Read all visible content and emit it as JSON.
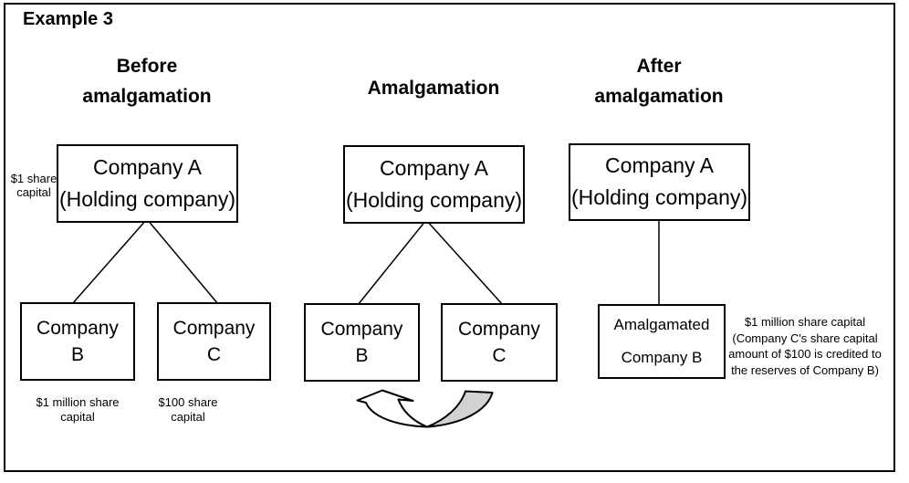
{
  "title": "Example 3",
  "colors": {
    "ink": "#000000",
    "background": "#ffffff",
    "arrow_fill": "#d2d2d2"
  },
  "icons": {
    "transfer_arrow": "curved-arrow-from-company-c-to-company-b"
  },
  "before": {
    "heading": [
      "Before",
      "amalgamation"
    ],
    "company_a": [
      "Company A",
      "(Holding company)"
    ],
    "company_a_note": [
      "$1 share",
      "capital"
    ],
    "company_b": [
      "Company",
      "B"
    ],
    "company_c": [
      "Company",
      "C"
    ],
    "company_b_note": [
      "$1 million share",
      "capital"
    ],
    "company_c_note": [
      "$100 share",
      "capital"
    ]
  },
  "during": {
    "heading": [
      "Amalgamation"
    ],
    "company_a": [
      "Company A",
      "(Holding company)"
    ],
    "company_b": [
      "Company",
      "B"
    ],
    "company_c": [
      "Company",
      "C"
    ]
  },
  "after": {
    "heading": [
      "After",
      "amalgamation"
    ],
    "company_a": [
      "Company A",
      "(Holding company)"
    ],
    "amalgamated_b": [
      "Amalgamated",
      "Company B"
    ],
    "note": [
      "$1 million share capital",
      "(Company C's share capital",
      "amount of $100 is credited to",
      "the reserves of Company B)"
    ]
  }
}
